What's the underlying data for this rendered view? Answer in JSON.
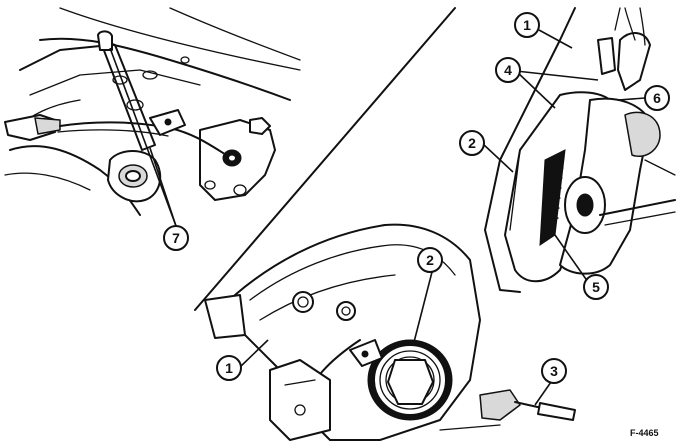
{
  "figure_id": "F-4465",
  "callouts": {
    "c1_top": "1",
    "c4": "4",
    "c6": "6",
    "c2_right": "2",
    "c5": "5",
    "c7": "7",
    "c2_bottom": "2",
    "c1_bottom": "1",
    "c3": "3"
  }
}
